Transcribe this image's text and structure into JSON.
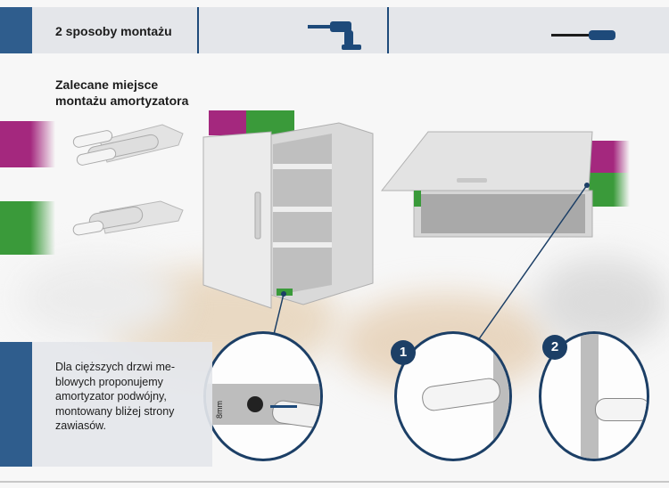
{
  "header": {
    "title": "2 sposoby montażu"
  },
  "intro": {
    "line1": "Zalecane miejsce",
    "line2": "montażu amortyzatora"
  },
  "note": {
    "line1": "Dla cięższych drzwi me-",
    "line2": "blowych proponujemy",
    "line3": "amortyzator podwójny,",
    "line4": "montowany bliżej strony",
    "line5": "zawiasów."
  },
  "steps": {
    "step1": "1",
    "step2": "2"
  },
  "detail": {
    "dimension": "8mm"
  },
  "colors": {
    "blue": "#2f5d8d",
    "dark_blue": "#1c3f66",
    "magenta": "#a4287e",
    "green": "#3a9a3a"
  },
  "icons": [
    "drill-icon",
    "screwdriver-icon"
  ]
}
